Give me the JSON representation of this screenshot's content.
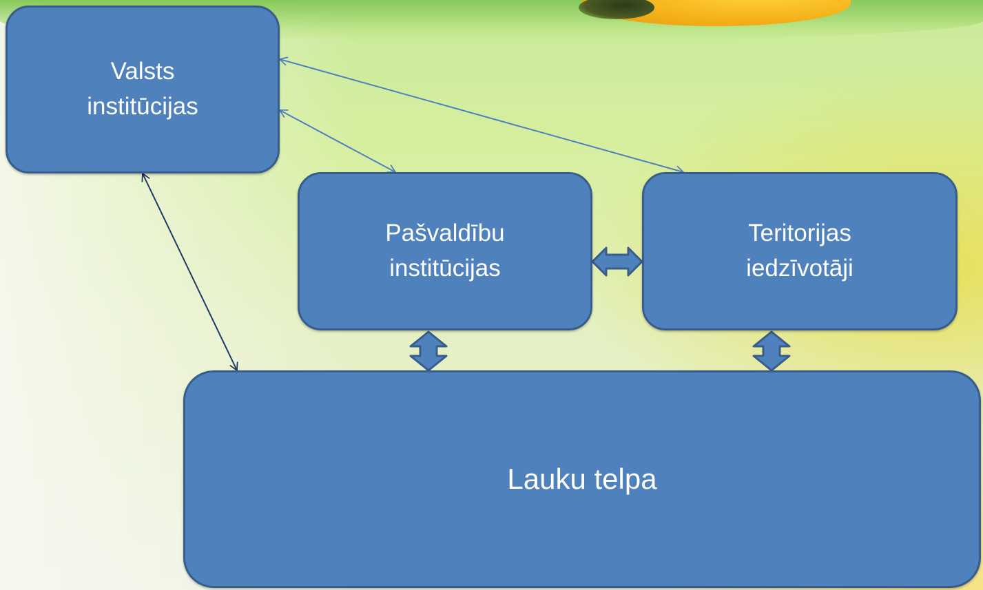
{
  "nodes": {
    "valsts": "Valsts\ninstitūcijas",
    "pasvaldibu": "Pašvaldību\ninstitūcijas",
    "teritorijas": "Teritorijas\niedzīvotāji",
    "lauku": "Lauku telpa"
  },
  "colors": {
    "box_fill": "#4f81bd",
    "box_border": "#385d8a",
    "thin_arrow": "#4f81bd",
    "dark_arrow": "#1f3864"
  }
}
